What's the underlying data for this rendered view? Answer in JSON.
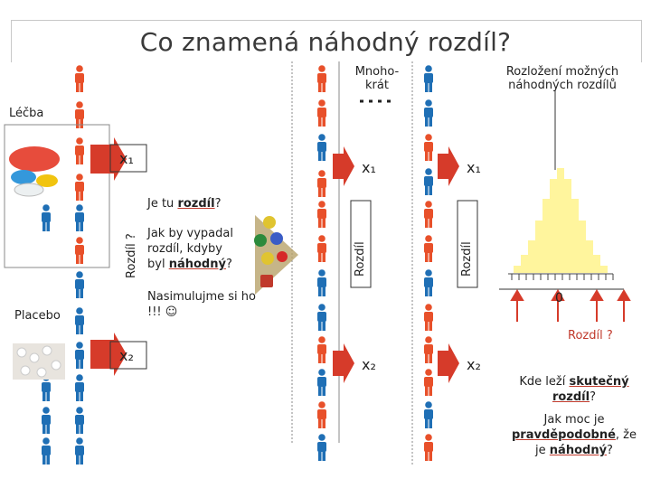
{
  "title": "Co znamená náhodný rozdíl?",
  "labels": {
    "lecba": "Léčba",
    "placebo": "Placebo",
    "mnohokrat": "Mnoho-krát",
    "dots": "....",
    "rozlozeni": "Rozložení možných náhodných rozdílů",
    "x1": "x₁",
    "x2": "x₂",
    "je_tu_prefix": "Je tu ",
    "je_tu_word": "rozdíl",
    "je_tu_suffix": "?",
    "rozdil_q": "Rozdíl ?",
    "rozdil": "Rozdíl",
    "jak_line1": "Jak by vypadal",
    "jak_line2": "rozdíl, kdyby",
    "jak_prefix": "byl ",
    "jak_word": "náhodný",
    "jak_suffix": "?",
    "nasim": "Nasimulujme si ho !!! ☺",
    "zero": "0",
    "rozdil_q_right": "Rozdíl ?",
    "kde_prefix": "Kde leží ",
    "kde_word1": "skutečný",
    "kde_word2": "rozdíl",
    "kde_suffix": "?",
    "jak_moc_prefix": "Jak moc je ",
    "jak_moc_word": "pravděpodobné",
    "jak_moc_mid": ", že je ",
    "jak_moc_word2": "náhodný",
    "jak_moc_suffix": "?"
  },
  "colors": {
    "red_person": "#e8502a",
    "blue_person": "#1f6fb5",
    "arrow_red": "#d63b2a",
    "hist_yellow": "#fff59d"
  },
  "icons": {
    "pills": "pills-image",
    "placebo_pills": "white-pills-image",
    "game": "board-game-pieces-image"
  }
}
